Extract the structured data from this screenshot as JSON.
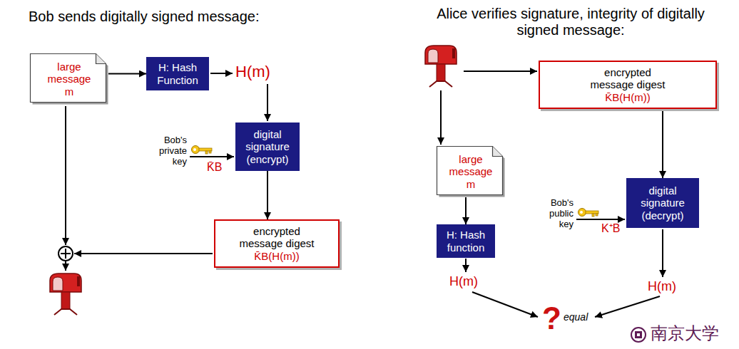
{
  "diagram": {
    "nodes": [
      {
        "text": [
          "large message m"
        ]
      },
      {
        "text": [
          "H: Hash Function"
        ]
      },
      {
        "text": [
          "digital signature (encrypt)"
        ]
      },
      {
        "text": [
          "encrypted message digest",
          "K̄B(H(m))"
        ]
      },
      {
        "text": [
          "encrypted message digest",
          "K̄B(H(m))"
        ]
      },
      {
        "text": [
          "large message m"
        ]
      },
      {
        "text": [
          "digital signature (decrypt)"
        ]
      },
      {
        "text": [
          "H: Hash function"
        ]
      }
    ],
    "edges": [
      {
        "from": 0,
        "to": 1,
        "arrow": "to"
      },
      {
        "from": 2,
        "to": 3,
        "arrow": "to"
      },
      {
        "from": 4,
        "to": 6,
        "arrow": "to"
      },
      {
        "from": 5,
        "to": 7,
        "arrow": "to"
      }
    ],
    "labels": [
      "Bob sends digitally signed message:",
      "Alice verifies signature, integrity of digitally signed message:",
      "H(m)",
      "Bob's private key",
      "K̄B",
      "Bob's public key",
      "K⁺B",
      "H(m)",
      "H(m)",
      "equal",
      "?",
      "南京大学"
    ]
  }
}
